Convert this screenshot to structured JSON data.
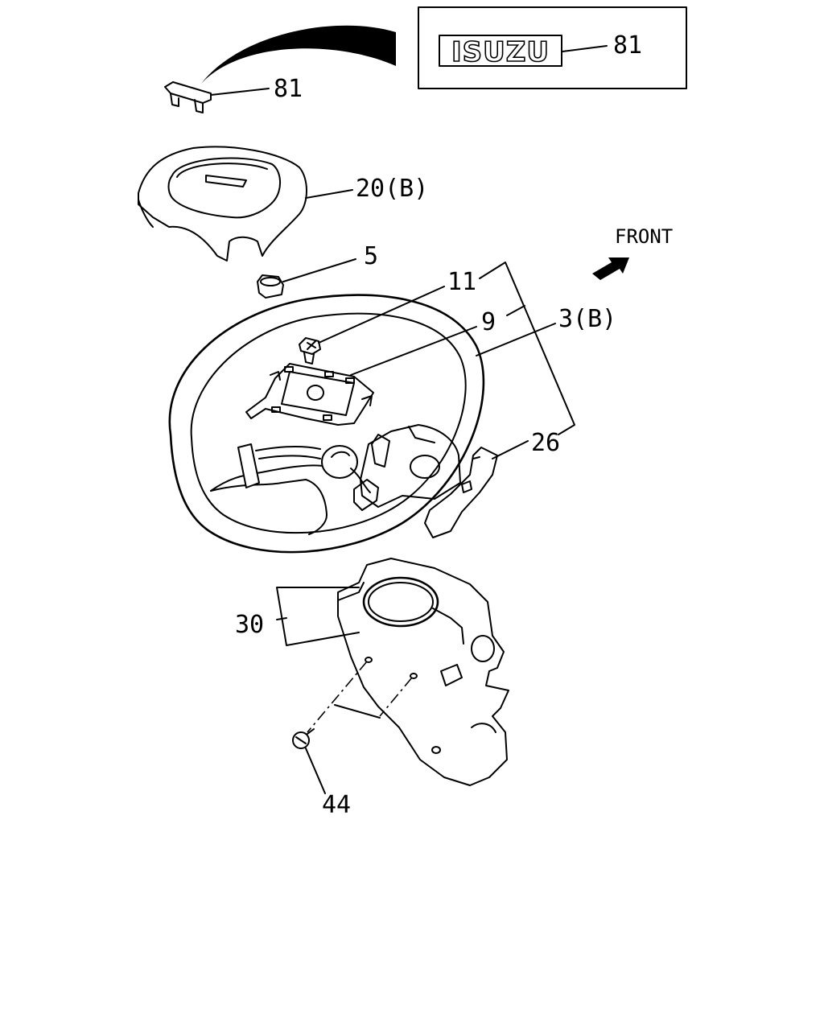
{
  "inset_logo_text": "ISUZU",
  "front_label": "FRONT",
  "callouts": {
    "emblem_inset": "81",
    "emblem": "81",
    "horn_pad": "20(B)",
    "nut": "5",
    "bolt": "11",
    "bracket": "9",
    "wheel": "3(B)",
    "lower_cover": "26",
    "column_cover": "30",
    "screw": "44"
  }
}
